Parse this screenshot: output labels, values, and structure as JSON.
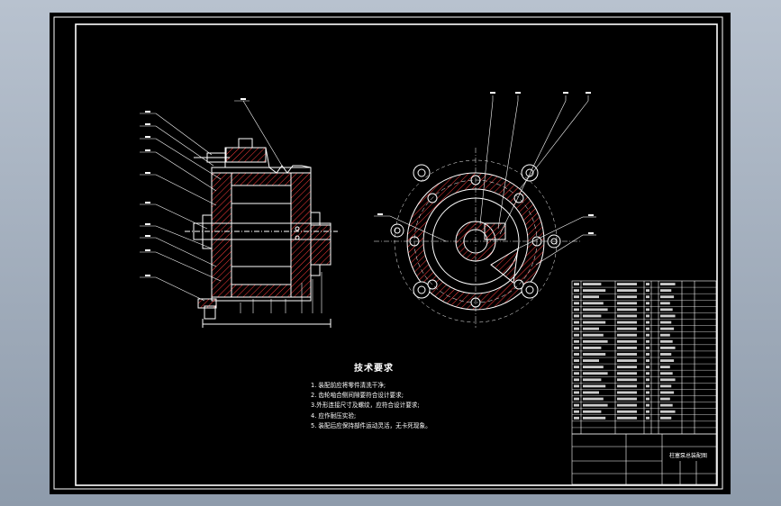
{
  "colors": {
    "background": "#000000",
    "frame": "#ffffff",
    "part": "#ffffff",
    "hatch": "#ff3b3b",
    "leader": "#ffffff",
    "window_bg": "#9aa6b4"
  },
  "technical_requirements": {
    "title": "技术要求",
    "items": [
      "1. 装配前应将零件清洗干净;",
      "2. 齿轮啮合侧间隙要符合设计要求;",
      "3.外形连接尺寸及螺纹，应符合设计要求;",
      "4. 应作耐压实验;",
      "5. 装配后应保持部件运动灵活，无卡死现象。"
    ]
  },
  "title_block": {
    "drawing_name": "柱塞泵总装配图"
  }
}
